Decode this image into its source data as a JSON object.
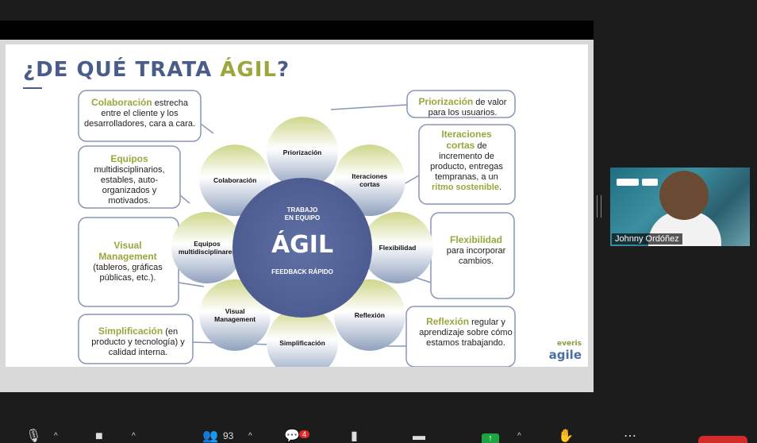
{
  "slide": {
    "title_part1": "¿DE QUÉ TRATA ",
    "title_accent": "ÁGIL",
    "title_part2": "?",
    "center": {
      "top_line1": "TRABAJO",
      "top_line2": "EN EQUIPO",
      "main": "ÁGIL",
      "bottom": "FEEDBACK RÁPIDO"
    },
    "circles": [
      {
        "label": "Priorización"
      },
      {
        "label": "Iteraciones cortas"
      },
      {
        "label": "Flexibilidad"
      },
      {
        "label": "Reflexión"
      },
      {
        "label": "Simplificación"
      },
      {
        "label": "Visual Management"
      },
      {
        "label": "Equipos multidisciplinares"
      },
      {
        "label": "Colaboración"
      }
    ],
    "callouts": {
      "colaboracion": {
        "key": "Colaboración",
        "text": " estrecha entre el cliente y los desarrolladores, cara a cara."
      },
      "equipos": {
        "key": "Equipos",
        "text": "multidisciplinarios, estables, auto-organizados y motivados."
      },
      "visual": {
        "key": "Visual Management",
        "text": "(tableros, gráficas públicas, etc.)."
      },
      "simplificacion": {
        "key": "Simplificación",
        "text": " (en producto y tecnología) y calidad interna."
      },
      "priorizacion": {
        "key": "Priorización",
        "text": " de valor para los usuarios."
      },
      "iteraciones": {
        "key": "Iteraciones cortas",
        "text1": " de incremento de producto, entregas tempranas, a un ",
        "key2": "ritmo sostenible",
        "text2": "."
      },
      "flexibilidad": {
        "key": "Flexibilidad",
        "text": "para incorporar cambios."
      },
      "reflexion": {
        "key": "Reflexión",
        "text": " regular y aprendizaje sobre cómo estamos trabajando."
      }
    },
    "brand": {
      "line1": "everis",
      "line2": "agile"
    }
  },
  "video": {
    "participant_name": "Johnny Ordóñez"
  },
  "toolbar": {
    "participants_count": "93",
    "chat_badge": "4"
  },
  "colors": {
    "accent_green": "#9ba63b",
    "navy": "#4a5d8a",
    "end_red": "#d42a2a",
    "share_green": "#1da542"
  }
}
